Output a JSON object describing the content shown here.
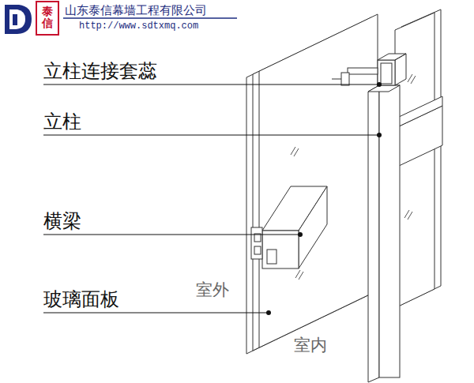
{
  "diagram": {
    "labels": [
      "山东泰信幕墙工程有限公司",
      "http://www.sdtxmq.com",
      "泰信",
      "立柱连接套蕊",
      "立柱",
      "横梁",
      "玻璃面板",
      "室外",
      "室内"
    ]
  }
}
